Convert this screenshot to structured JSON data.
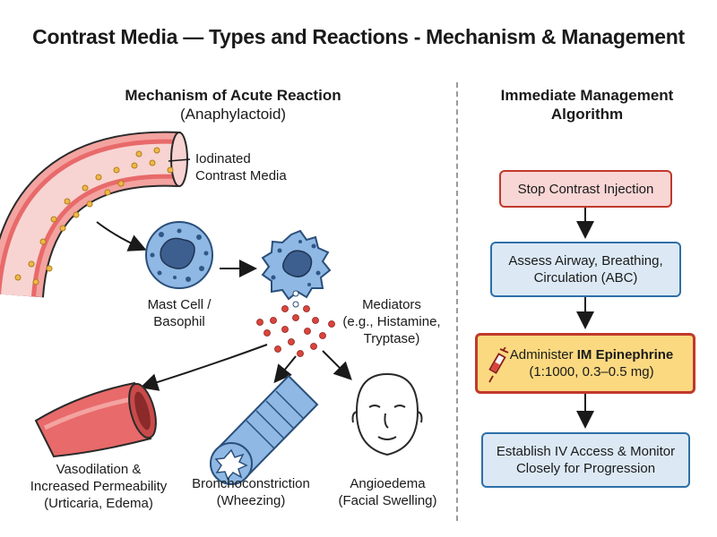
{
  "title": "Contrast Media — Types and Reactions - Mechanism & Management",
  "mechanism": {
    "heading_line1": "Mechanism of Acute Reaction",
    "heading_line2": "(Anaphylactoid)",
    "contrast_label": [
      "Iodinated",
      "Contrast Media"
    ],
    "mast_cell_label": [
      "Mast Cell /",
      "Basophil"
    ],
    "mediators_label": [
      "Mediators",
      "(e.g., Histamine,",
      "Tryptase)"
    ],
    "effects": [
      {
        "lines": [
          "Vasodilation &",
          "Increased Permeability",
          "(Urticaria, Edema)"
        ]
      },
      {
        "lines": [
          "Bronchoconstriction",
          "(Wheezing)"
        ]
      },
      {
        "lines": [
          "Angioedema",
          "(Facial Swelling)"
        ]
      }
    ]
  },
  "management": {
    "heading_line1": "Immediate Management",
    "heading_line2": "Algorithm",
    "steps": [
      {
        "lines": [
          "Stop Contrast Injection"
        ],
        "style": "red"
      },
      {
        "lines": [
          "Assess Airway, Breathing,",
          "Circulation (ABC)"
        ],
        "style": "blue"
      },
      {
        "line1_prefix": "Administer ",
        "line1_bold": "IM Epinephrine",
        "line2": "(1:1000, 0.3–0.5 mg)",
        "style": "gold"
      },
      {
        "lines": [
          "Establish IV Access & Monitor",
          "Closely for Progression"
        ],
        "style": "blue"
      }
    ]
  },
  "colors": {
    "vessel_wall": "#e86a6a",
    "vessel_inner": "#f7d4d2",
    "cell_blue": "#8fb8e4",
    "mediator_red": "#d9453d",
    "stop_box": "#f8d6d5",
    "epi_box": "#fbd980",
    "step_box": "#dce9f5"
  },
  "icons": {
    "syringe": "syringe-icon",
    "face": "face-icon"
  }
}
